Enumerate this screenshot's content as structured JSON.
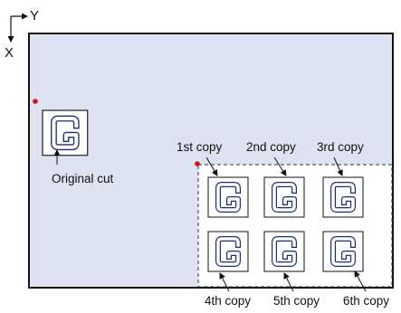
{
  "axes": {
    "y_label": "Y",
    "x_label": "X"
  },
  "original": {
    "label": "Original cut"
  },
  "copies": [
    {
      "label": "1st copy"
    },
    {
      "label": "2nd copy"
    },
    {
      "label": "3rd copy"
    },
    {
      "label": "4th copy"
    },
    {
      "label": "5th copy"
    },
    {
      "label": "6th copy"
    }
  ],
  "colors": {
    "sheet_fill": "#dfe3f1",
    "outline": "#111111",
    "cut_path": "#1a2d7e",
    "origin_marker": "#d0101c"
  }
}
